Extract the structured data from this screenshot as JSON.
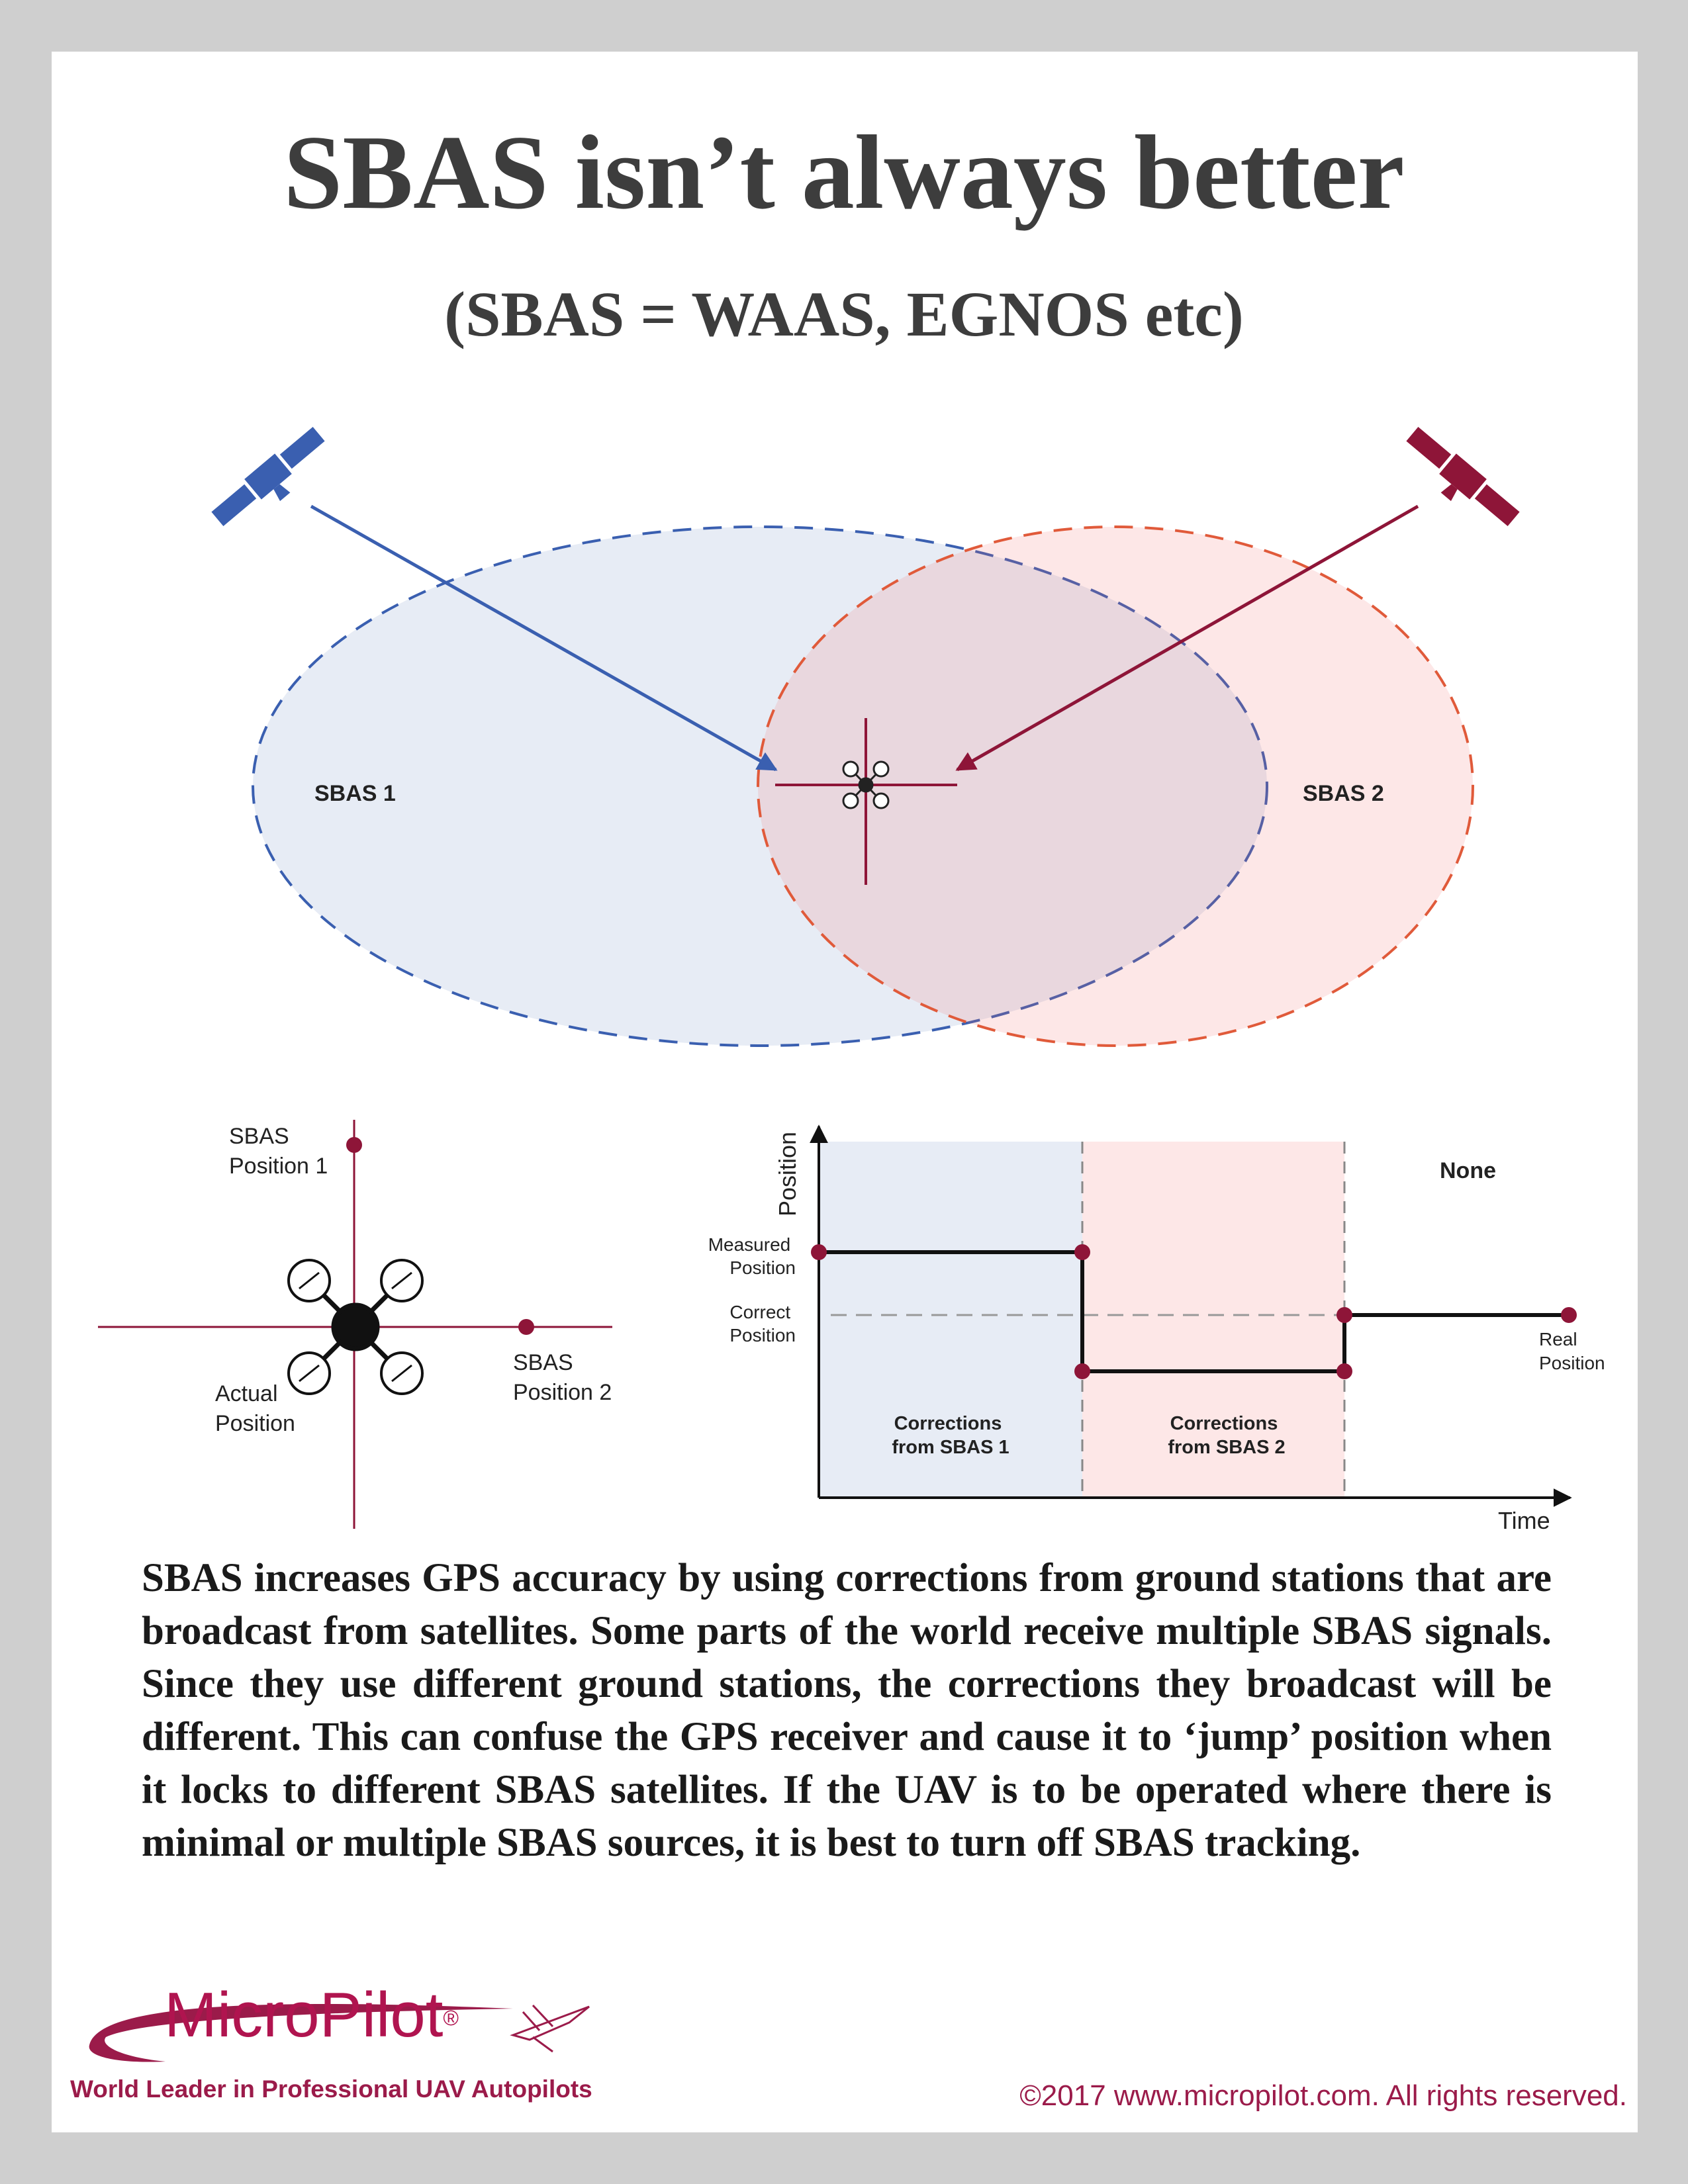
{
  "title": "SBAS isn’t always better",
  "subtitle": "(SBAS = WAAS, EGNOS etc)",
  "coverage": {
    "sbas1_label": "SBAS 1",
    "sbas2_label": "SBAS 2"
  },
  "position_diagram": {
    "sbas_position_1": [
      "SBAS",
      "Position 1"
    ],
    "sbas_position_2": [
      "SBAS",
      "Position 2"
    ],
    "actual_position": [
      "Actual",
      "Position"
    ]
  },
  "timeline": {
    "y_axis_label": "Position",
    "x_axis_label": "Time",
    "measured_position": [
      "Measured",
      "Position"
    ],
    "correct_position": [
      "Correct",
      "Position"
    ],
    "real_position": [
      "Real",
      "Position"
    ],
    "band1_label": [
      "Corrections",
      "from SBAS 1"
    ],
    "band2_label": [
      "Corrections",
      "from SBAS 2"
    ],
    "band3_label": "None"
  },
  "body_text": "SBAS increases GPS accuracy by using corrections from ground stations that are broadcast from satellites. Some parts of the world receive multiple SBAS signals. Since they use different ground stations, the corrections they broadcast will be different. This can confuse the GPS receiver and cause it to ‘jump’ position when it locks to different SBAS satellites. If the UAV is to be operated where there is minimal or multiple SBAS sources, it is best to turn off SBAS tracking.",
  "footer": {
    "logo": "MicroPilot",
    "logo_mark": "®",
    "tagline": "World Leader in Professional UAV Autopilots",
    "copyright": "©2017 www.micropilot.com. All rights reserved."
  },
  "colors": {
    "sbas1": "#3a5fb0",
    "sbas2": "#8e1538",
    "brand": "#b0144f"
  }
}
